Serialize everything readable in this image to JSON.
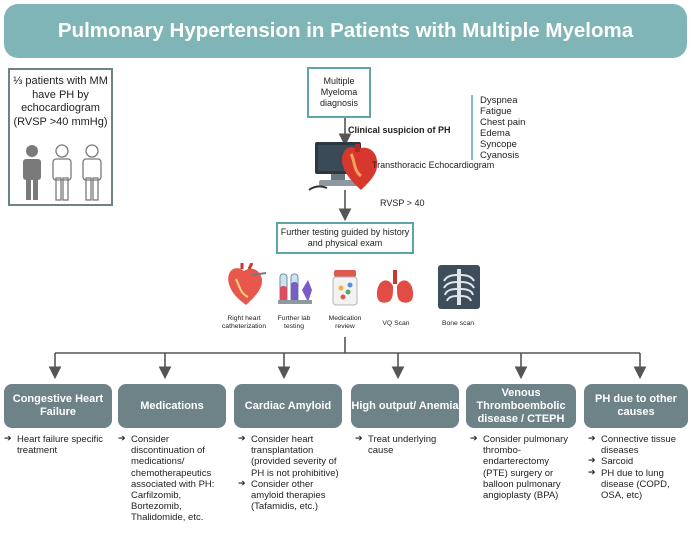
{
  "title": "Pulmonary Hypertension in Patients with Multiple Myeloma",
  "stat": {
    "text": "⅓ patients with MM have PH by echocardiogram (RVSP >40 mmHg)"
  },
  "diagnosis": "Multiple Myeloma diagnosis",
  "clinical_suspicion": "Clinical suspicion of PH",
  "symptoms": [
    "Dyspnea",
    "Fatigue",
    "Chest pain",
    "Edema",
    "Syncope",
    "Cyanosis"
  ],
  "echo_label": "Transthoracic Echocardiogram",
  "rvsp": "RVSP > 40",
  "further_testing": "Further testing guided by history and physical exam",
  "tests": [
    "Right heart catheterization",
    "Further lab testing",
    "Medication review",
    "VQ Scan",
    "Bone scan"
  ],
  "categories": [
    {
      "title": "Congestive Heart Failure",
      "items": [
        "Heart failure specific treatment"
      ]
    },
    {
      "title": "Medications",
      "items": [
        "Consider discontinuation of medications/ chemotherapeutics associated with PH: Carfilzomib, Bortezomib, Thalidomide, etc."
      ]
    },
    {
      "title": "Cardiac Amyloid",
      "items": [
        "Consider heart transplantation (provided severity of PH is not prohibitive)",
        "Consider other amyloid therapies (Tafamidis, etc.)"
      ]
    },
    {
      "title": "High output/ Anemia",
      "items": [
        "Treat underlying cause"
      ]
    },
    {
      "title": "Venous Thromboembolic disease / CTEPH",
      "items": [
        "Consider pulmonary thrombo-endarterectomy (PTE) surgery or balloon pulmonary angioplasty (BPA)"
      ]
    },
    {
      "title": "PH due to other causes",
      "items": [
        "Connective tissue diseases",
        "Sarcoid",
        "PH due to lung disease (COPD, OSA, etc)"
      ]
    }
  ],
  "colors": {
    "banner": "#7fb5b6",
    "box_border": "#5fa5a6",
    "category": "#6d8387",
    "arrow": "#555555"
  }
}
